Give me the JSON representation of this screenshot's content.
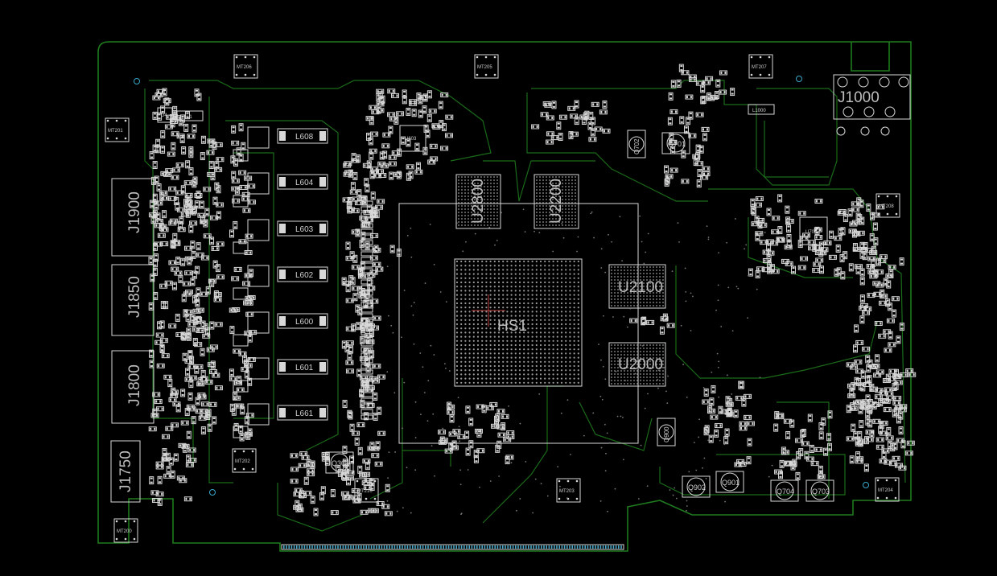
{
  "board": {
    "main_chip": "HS1",
    "memory": [
      "U2800",
      "U2200",
      "U2100",
      "U2000"
    ],
    "connectors": [
      "J1900",
      "J1850",
      "J1800",
      "J1750",
      "J1000"
    ],
    "inductors": [
      "L608",
      "L604",
      "L603",
      "L602",
      "L600",
      "L601",
      "L661"
    ],
    "mounting_holes": [
      "MT206",
      "MT205",
      "MT207",
      "MT201",
      "MT208",
      "MT200",
      "MT210",
      "MT203",
      "MT202",
      "MT204"
    ],
    "transistors": [
      "Q702",
      "Q701",
      "Q902",
      "Q901",
      "Q704",
      "Q703",
      "Q900",
      "Q300"
    ],
    "ics": [
      "U4",
      "U603",
      "U700"
    ],
    "misc_parts": [
      "L1000",
      "L1"
    ]
  },
  "colors": {
    "background": "#000000",
    "outline": "#1f7a1f",
    "silkscreen": "#d8d8d8",
    "via": "#3aa8c8"
  }
}
